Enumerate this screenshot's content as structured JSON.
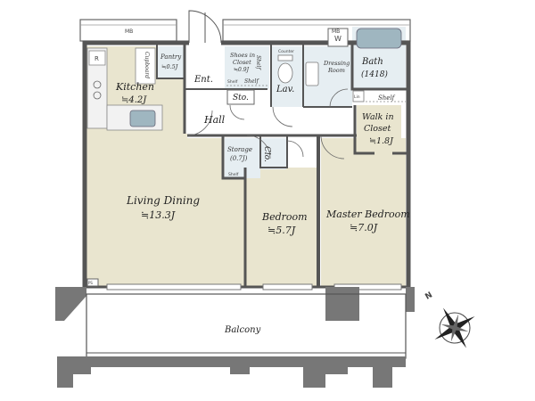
{
  "rooms": {
    "kitchen": {
      "name": "Kitchen",
      "area": "≒4.2J"
    },
    "pantry": {
      "name": "Pantry",
      "area": "≒0.5J"
    },
    "cupboard": {
      "name": "Cupboard"
    },
    "living": {
      "name": "Living Dining",
      "area": "≒13.3J"
    },
    "bedroom": {
      "name": "Bedroom",
      "area": "≒5.7J"
    },
    "master": {
      "name": "Master Bedroom",
      "area": "≒7.0J"
    },
    "bath": {
      "name": "Bath",
      "area": "(1418)"
    },
    "walkin": {
      "line1": "Walk in",
      "line2": "Closet",
      "area": "≒1.8J"
    },
    "dressing": {
      "line1": "Dressing",
      "line2": "Room"
    },
    "shoes": {
      "line1": "Shoes in",
      "line2": "Closet",
      "area": "≒0.9J"
    },
    "storage": {
      "name": "Storage",
      "area": "(0.7J)"
    },
    "lav": {
      "name": "Lav."
    },
    "sto": {
      "name": "Sto."
    },
    "clo": {
      "name": "Clo."
    },
    "hall": {
      "name": "Hall"
    },
    "ent": {
      "name": "Ent."
    },
    "balcony": {
      "name": "Balcony"
    }
  },
  "labels": {
    "mb_left": "MB",
    "mb_right": "MB",
    "shelf": "Shelf",
    "shelf_a": "Shelf",
    "shelf_b": "Shelf",
    "shelf_c": "Shelf",
    "shelf_d": "Shelf",
    "counter": "Counter",
    "refrigerator": "R",
    "washer": "W",
    "linen": "Lin",
    "ps": "PS"
  },
  "compass": {
    "north": "N"
  },
  "colors": {
    "floor": "#e9e5cf",
    "wall": "#555555",
    "column": "#777777",
    "wet_area": "#e6eef2",
    "fixture": "#9fb6c0"
  }
}
